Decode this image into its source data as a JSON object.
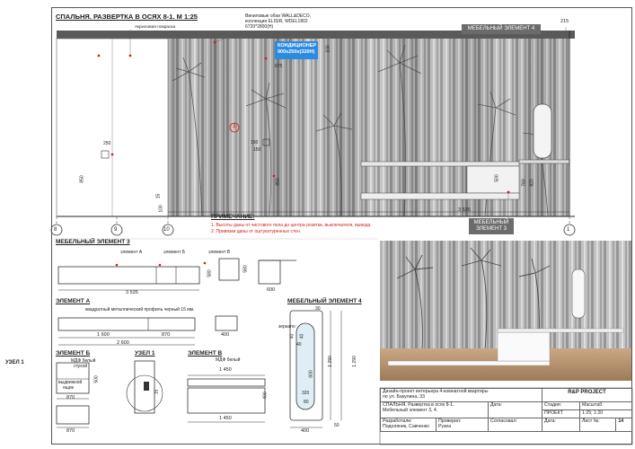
{
  "titles": {
    "main_elevation": "СПАЛЬНЯ. РАЗВЕРТКА В ОСЯХ 8-1. М 1:25",
    "furniture_3": "МЕБЕЛЬНЫЙ ЭЛЕМЕНТ 3",
    "element_a": "ЭЛЕМЕНТ А",
    "furniture_4": "МЕБЕЛЬНЫЙ ЭЛЕМЕНТ 4",
    "node_1_left": "УЗЕЛ 1",
    "element_b": "ЭЛЕМЕНТ Б",
    "node_1": "УЗЕЛ 1",
    "element_v": "ЭЛЕМЕНТ В"
  },
  "annotations": {
    "acrylic": "Акриловая покраска",
    "wallpaper_1": "Виниловые обои WALL&DECO,",
    "wallpaper_2": "коллекция ELISIR, WDEL1802",
    "wallpaper_3": "6720*2800(Н)",
    "conditioner_1": "КОНДИЦИОНЕР",
    "conditioner_2": "900х250х(320Н)",
    "callout_3": "3",
    "el_a": "элемент А",
    "el_b": "элемент Б",
    "el_v": "элемент В",
    "profile": "квадратный металлический профиль черный 15 мм.",
    "mdf_white_1": "МДФ белый",
    "mdf_white_2": "глухой",
    "drawer_1": "выдвижной",
    "drawer_2": "ящик",
    "mdf_white_v": "МДФ белый",
    "mirror": "зеркало"
  },
  "furniture_labels": {
    "top": "МЕБЕЛЬНЫЙ ЭЛЕМЕНТ 4",
    "bottom_1": "МЕБЕЛЬНЫЙ",
    "bottom_2": "ЭЛЕМЕНТ 3"
  },
  "notes": {
    "header": "ПРИМЕЧАНИЕ:",
    "line1": "1. Высоты даны от чистового пола до центра розетки, выключателя, вывода.",
    "line2": "2. Привязки даны от оштукатуренных стен."
  },
  "axes": [
    "8",
    "9",
    "10",
    "1"
  ],
  "dims": {
    "d215": "215",
    "d100": "100",
    "d675": "675",
    "d250": "250",
    "d850": "850",
    "d150": "150",
    "d150b": "150",
    "d850b": "850",
    "d500": "500",
    "d760": "760",
    "d820": "820",
    "d100b": "100",
    "d15": "15",
    "d3535": "3 535",
    "m3_580": "580",
    "m3_3535": "3 535",
    "m3_580b": "580",
    "m3_600": "600",
    "a_1600": "1 600",
    "a_870": "870",
    "a_2600": "2 600",
    "a_400": "400",
    "b_500": "500",
    "b_870": "870",
    "b_870b": "870",
    "n_15": "15",
    "v_1450": "1 450",
    "v_400": "400",
    "v_1450b": "1 450",
    "m4_30": "30",
    "m4_40": "40",
    "m4_40b": "40",
    "m4_40c": "40",
    "m4_600": "600",
    "m4_1290": "1 290",
    "m4_1290b": "1 290",
    "m4_320": "320",
    "m4_80": "80",
    "m4_400": "400",
    "m4_50": "50"
  },
  "title_block": {
    "project_1": "Дизайн-проект интерьера 4-комнатной квартиры",
    "project_2": "по ул. Бакулина, 33",
    "company": "R&P PROJECT",
    "sheet_title_1": "СПАЛЬНЯ. Развертка в осях 8-1.",
    "sheet_title_2": "Мебельный элемент 3, 4.",
    "date_label": "Дата:",
    "stage_label": "Стадия:",
    "scale_label": "Масштаб:",
    "stage_value": "ПРОЕКТ",
    "scale_value": "1:25; 1:20",
    "developed_label": "Разработали:",
    "developed_value": "Подоляник, Савченко",
    "checked_label": "Проверил:",
    "checked_value": "Рузеа",
    "agreed_label": "Согласовал:",
    "date2_label": "Дата:",
    "sheet_label": "Лист №:",
    "sheet_value": "14"
  }
}
